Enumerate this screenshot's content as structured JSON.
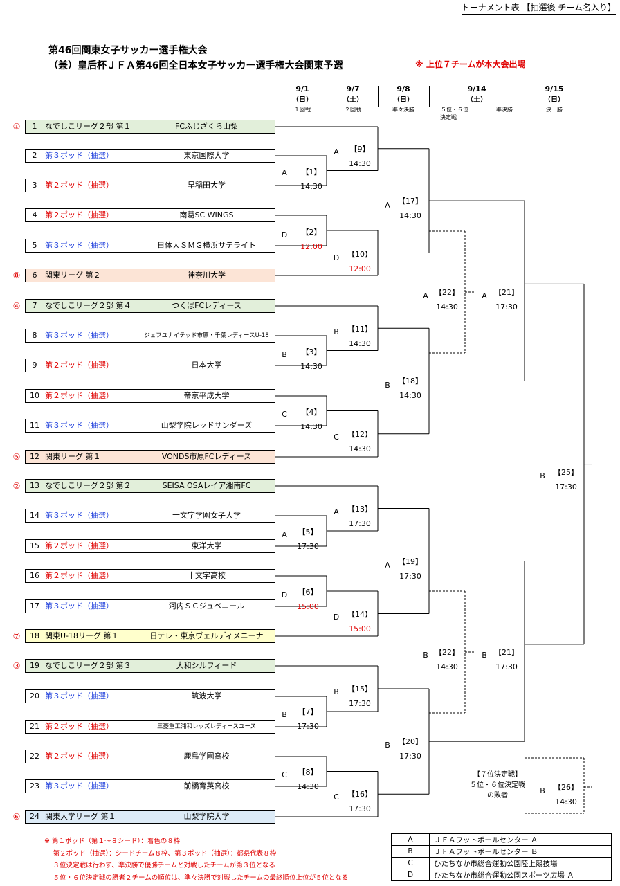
{
  "doc_label": "トーナメント表 【抽選後 チーム名入り】",
  "title_line1": "第46回関東女子サッカー選手権大会",
  "title_line2": "（兼）皇后杯ＪＦＡ第46回全日本女子サッカー選手権大会関東予選",
  "notice": "※ 上位７チームが本大会出場",
  "dates": [
    {
      "date": "9/1",
      "dow": "（日）",
      "round": "１回戦"
    },
    {
      "date": "9/7",
      "dow": "（土）",
      "round": "２回戦"
    },
    {
      "date": "9/8",
      "dow": "（日）",
      "round": "準々決勝"
    },
    {
      "date": "9/14",
      "dow": "（土）",
      "round": "５位・６位　　　　　準決勝",
      "round2": "決定戦"
    },
    {
      "date": "9/15",
      "dow": "（日）",
      "round": "決　勝"
    }
  ],
  "teams": [
    {
      "num": "1",
      "seed": "①",
      "qual": "なでしこリーグ２部 第１",
      "name": "FCふじざくら山梨",
      "type": "green"
    },
    {
      "num": "2",
      "seed": "",
      "qual": "第３ポッド（抽選）",
      "name": "東京国際大学",
      "type": "pot3"
    },
    {
      "num": "3",
      "seed": "",
      "qual": "第２ポッド（抽選）",
      "name": "早稲田大学",
      "type": "pot2"
    },
    {
      "num": "4",
      "seed": "",
      "qual": "第２ポッド（抽選）",
      "name": "南葛SC WINGS",
      "type": "pot2"
    },
    {
      "num": "5",
      "seed": "",
      "qual": "第３ポッド（抽選）",
      "name": "日体大ＳＭＧ横浜サテライト",
      "type": "pot3"
    },
    {
      "num": "6",
      "seed": "⑧",
      "qual": "関東リーグ 第２",
      "name": "神奈川大学",
      "type": "peach"
    },
    {
      "num": "7",
      "seed": "④",
      "qual": "なでしこリーグ２部 第４",
      "name": "つくばFCレディース",
      "type": "green"
    },
    {
      "num": "8",
      "seed": "",
      "qual": "第３ポッド（抽選）",
      "name": "ジェフユナイテッド市原・千葉レディースU-18",
      "type": "pot3",
      "small": true
    },
    {
      "num": "9",
      "seed": "",
      "qual": "第２ポッド（抽選）",
      "name": "日本大学",
      "type": "pot2"
    },
    {
      "num": "10",
      "seed": "",
      "qual": "第２ポッド（抽選）",
      "name": "帝京平成大学",
      "type": "pot2"
    },
    {
      "num": "11",
      "seed": "",
      "qual": "第３ポッド（抽選）",
      "name": "山梨学院レッドサンダーズ",
      "type": "pot3"
    },
    {
      "num": "12",
      "seed": "⑤",
      "qual": "関東リーグ 第１",
      "name": "VONDS市原FCレディース",
      "type": "peach"
    },
    {
      "num": "13",
      "seed": "②",
      "qual": "なでしこリーグ２部 第２",
      "name": "SEISA OSAレイア湘南FC",
      "type": "green"
    },
    {
      "num": "14",
      "seed": "",
      "qual": "第３ポッド（抽選）",
      "name": "十文字学園女子大学",
      "type": "pot3"
    },
    {
      "num": "15",
      "seed": "",
      "qual": "第２ポッド（抽選）",
      "name": "東洋大学",
      "type": "pot2"
    },
    {
      "num": "16",
      "seed": "",
      "qual": "第２ポッド（抽選）",
      "name": "十文字高校",
      "type": "pot2"
    },
    {
      "num": "17",
      "seed": "",
      "qual": "第３ポッド（抽選）",
      "name": "河内ＳＣジュベニール",
      "type": "pot3"
    },
    {
      "num": "18",
      "seed": "⑦",
      "qual": "関東U-18リーグ 第１",
      "name": "日テレ・東京ヴェルディメニーナ",
      "type": "yellow"
    },
    {
      "num": "19",
      "seed": "③",
      "qual": "なでしこリーグ２部 第３",
      "name": "大和シルフィード",
      "type": "green"
    },
    {
      "num": "20",
      "seed": "",
      "qual": "第３ポッド（抽選）",
      "name": "筑波大学",
      "type": "pot3"
    },
    {
      "num": "21",
      "seed": "",
      "qual": "第２ポッド（抽選）",
      "name": "三菱重工浦和レッズレディースユース",
      "type": "pot2",
      "small": true
    },
    {
      "num": "22",
      "seed": "",
      "qual": "第２ポッド（抽選）",
      "name": "鹿島学園高校",
      "type": "pot2"
    },
    {
      "num": "23",
      "seed": "",
      "qual": "第３ポッド（抽選）",
      "name": "前橋育英高校",
      "type": "pot3"
    },
    {
      "num": "24",
      "seed": "⑥",
      "qual": "関東大学リーグ 第１",
      "name": "山梨学院大学",
      "type": "blue"
    }
  ],
  "matches": [
    {
      "id": "【1】",
      "time": "14:30",
      "venue": "A",
      "red": false
    },
    {
      "id": "【2】",
      "time": "12:00",
      "venue": "D",
      "red": true
    },
    {
      "id": "【3】",
      "time": "14:30",
      "venue": "B",
      "red": false
    },
    {
      "id": "【4】",
      "time": "14:30",
      "venue": "C",
      "red": false
    },
    {
      "id": "【5】",
      "time": "17:30",
      "venue": "A",
      "red": false
    },
    {
      "id": "【6】",
      "time": "15:00",
      "venue": "D",
      "red": true
    },
    {
      "id": "【7】",
      "time": "17:30",
      "venue": "B",
      "red": false
    },
    {
      "id": "【8】",
      "time": "14:30",
      "venue": "C",
      "red": false
    },
    {
      "id": "【9】",
      "time": "14:30",
      "venue": "A",
      "red": false
    },
    {
      "id": "【10】",
      "time": "12:00",
      "venue": "D",
      "red": true
    },
    {
      "id": "【11】",
      "time": "14:30",
      "venue": "B",
      "red": false
    },
    {
      "id": "【12】",
      "time": "14:30",
      "venue": "C",
      "red": false
    },
    {
      "id": "【13】",
      "time": "17:30",
      "venue": "A",
      "red": false
    },
    {
      "id": "【14】",
      "time": "15:00",
      "venue": "D",
      "red": true
    },
    {
      "id": "【15】",
      "time": "17:30",
      "venue": "B",
      "red": false
    },
    {
      "id": "【16】",
      "time": "17:30",
      "venue": "C",
      "red": false
    },
    {
      "id": "【17】",
      "time": "14:30",
      "venue": "A",
      "red": false
    },
    {
      "id": "【18】",
      "time": "14:30",
      "venue": "B",
      "red": false
    },
    {
      "id": "【19】",
      "time": "17:30",
      "venue": "A",
      "red": false
    },
    {
      "id": "【20】",
      "time": "17:30",
      "venue": "B",
      "red": false
    },
    {
      "id": "【22】",
      "time": "14:30",
      "venue": "A",
      "red": false
    },
    {
      "id": "【22】",
      "time": "14:30",
      "venue": "B",
      "red": false
    },
    {
      "id": "【21】",
      "time": "17:30",
      "venue": "A",
      "red": false
    },
    {
      "id": "【21】",
      "time": "17:30",
      "venue": "B",
      "red": false
    },
    {
      "id": "【25】",
      "time": "17:30",
      "venue": "B",
      "red": false
    },
    {
      "id": "【26】",
      "time": "14:30",
      "venue": "B",
      "red": false
    }
  ],
  "seventh_place": {
    "title": "【７位決定戦】",
    "line2": "５位・６位決定戦",
    "line3": "の敗者"
  },
  "notes": [
    "※ 第１ポッド（第１～８シード）：着色の８枠",
    "　 第２ポッド（抽選）：シードチーム８枠、第３ポッド（抽選）：都県代表８枠",
    "　 ３位決定戦は行わず、準決勝で優勝チームと対戦したチームが第３位となる",
    "　 ５位・６位決定戦の勝者２チームの順位は、準々決勝で対戦したチームの最終順位上位が５位となる"
  ],
  "venues": [
    {
      "key": "A",
      "name": "ＪＦＡフットボールセンター Ａ"
    },
    {
      "key": "B",
      "name": "ＪＦＡフットボールセンター Ｂ"
    },
    {
      "key": "C",
      "name": "ひたちなか市総合運動公園陸上競技場"
    },
    {
      "key": "D",
      "name": "ひたちなか市総合運動公園スポーツ広場 Ａ"
    }
  ],
  "colors": {
    "green": "#e2efda",
    "peach": "#fce4d6",
    "yellow": "#ffffcc",
    "blue": "#ddebf7",
    "pot2": "#e00000",
    "pot3": "#1f3fdc"
  }
}
